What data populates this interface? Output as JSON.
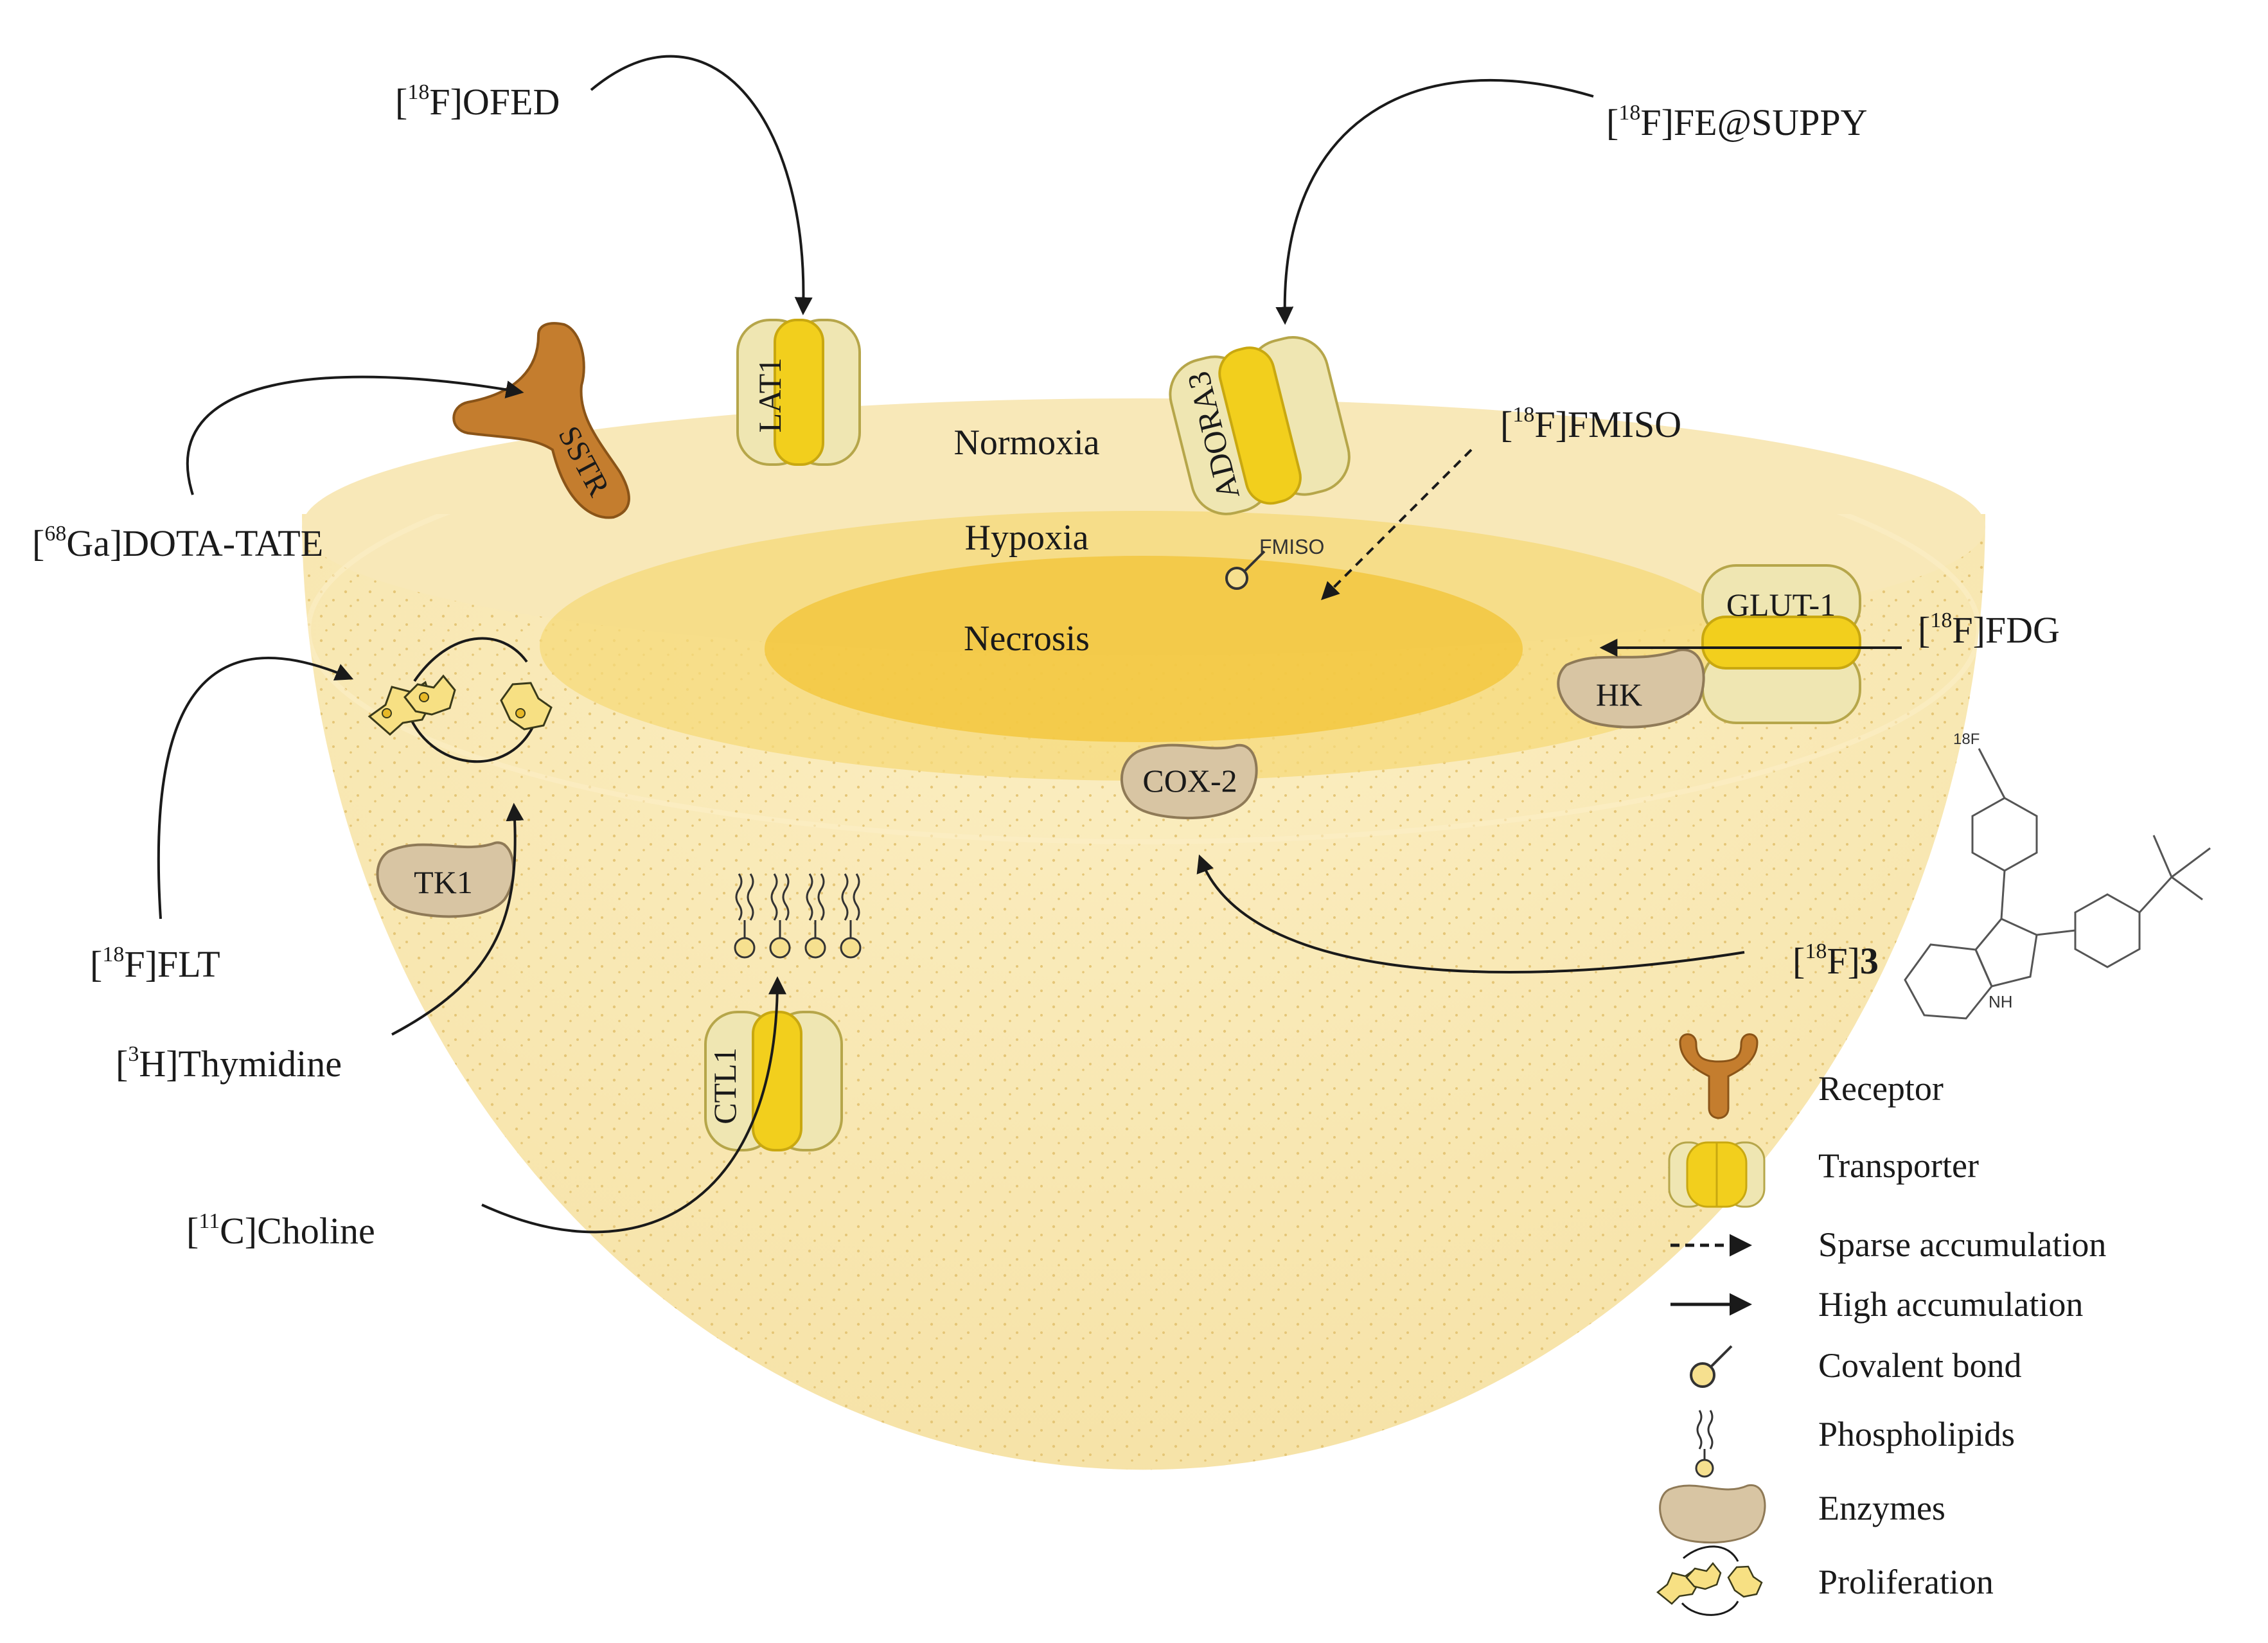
{
  "zones": {
    "normoxia": "Normoxia",
    "hypoxia": "Hypoxia",
    "necrosis": "Necrosis"
  },
  "tracers": {
    "ofed": {
      "pre": "[",
      "sup": "18",
      "post": "F]OFED"
    },
    "fe_suppy": {
      "pre": "[",
      "sup": "18",
      "post": "F]FE@SUPPY"
    },
    "fmiso": {
      "pre": "[",
      "sup": "18",
      "post": "F]FMISO"
    },
    "dota_tate": {
      "pre": "[",
      "sup": "68",
      "post": "Ga]DOTA-TATE"
    },
    "fdg": {
      "pre": "[",
      "sup": "18",
      "post": "F]FDG"
    },
    "flt": {
      "pre": "[",
      "sup": "18",
      "post": "F]FLT"
    },
    "thymidine": {
      "pre": "[",
      "sup": "3",
      "post": "H]Thymidine"
    },
    "choline": {
      "pre": "[",
      "sup": "11",
      "post": "C]Choline"
    },
    "compound3": {
      "pre": "[",
      "sup": "18",
      "post": "F]",
      "bold": "3"
    }
  },
  "proteins": {
    "lat1": "LAT1",
    "adora3": "ADORA3",
    "sstr": "SSTR",
    "glut1": "GLUT-1",
    "hk": "HK",
    "cox2": "COX-2",
    "tk1": "TK1",
    "ctl1": "CTL1"
  },
  "labels": {
    "fmiso_small": "FMISO",
    "f18_small": "18F",
    "nh": "NH"
  },
  "legend": {
    "receptor": "Receptor",
    "transporter": "Transporter",
    "sparse": "Sparse accumulation",
    "high": "High accumulation",
    "covalent": "Covalent bond",
    "phospholipids": "Phospholipids",
    "enzymes": "Enzymes",
    "proliferation": "Proliferation"
  },
  "colors": {
    "receptor": "#c47d2e",
    "transporter_core": "#f2cf1d",
    "transporter_side": "#efe6b2",
    "enzyme": "#d8c5a3",
    "tumor_outer": "#f8e7b2",
    "tumor_hypoxia": "#f5d56c",
    "tumor_necrosis": "#f2c53b"
  }
}
